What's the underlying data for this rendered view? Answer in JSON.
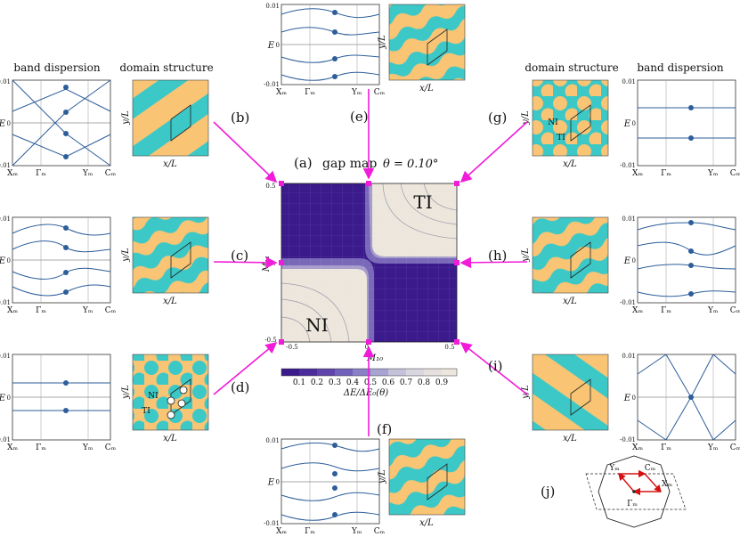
{
  "headers": {
    "band_dispersion": "band dispersion",
    "domain_structure": "domain structure"
  },
  "panel_labels": {
    "a": "(a)",
    "b": "(b)",
    "c": "(c)",
    "d": "(d)",
    "e": "(e)",
    "f": "(f)",
    "g": "(g)",
    "h": "(h)",
    "i": "(i)",
    "j": "(j)"
  },
  "gap_map": {
    "title": "gap map",
    "theta": "θ = 0.10°",
    "region_ti": "TI",
    "region_ni": "NI",
    "xlabel": "M₁₀",
    "ylabel": "M₁₁",
    "x_ticks": [
      "-0.5",
      "0.",
      "0.5"
    ],
    "y_ticks": [
      "0.5",
      "0.",
      "-0.5"
    ],
    "colorbar_label": "ΔE/ΔE₀(θ)",
    "colorbar_ticks": [
      "0.1",
      "0.2",
      "0.3",
      "0.4",
      "0.5",
      "0.6",
      "0.7",
      "0.8",
      "0.9"
    ],
    "colors": {
      "dark": "#3b1a8c",
      "light": "#ece6dc",
      "arrow": "#f21bd9"
    }
  },
  "band_axes": {
    "ylabel": "E",
    "ytick_top": "0.01",
    "ytick_mid": "0",
    "ytick_bot": "-0.01",
    "kpoints": [
      "Xₘ",
      "Γₘ",
      "Yₘ",
      "Cₘ"
    ]
  },
  "domain_axes": {
    "xlabel": "x/L",
    "ylabel": "y/L"
  },
  "domain_labels": {
    "ni": "NI",
    "ti": "TI"
  },
  "domain_colors": {
    "cyan": "#3cc8c6",
    "orange": "#f9c474"
  },
  "bz": {
    "Y": "Yₘ",
    "C": "Cₘ",
    "G": "Γₘ",
    "X": "Xₘ"
  }
}
